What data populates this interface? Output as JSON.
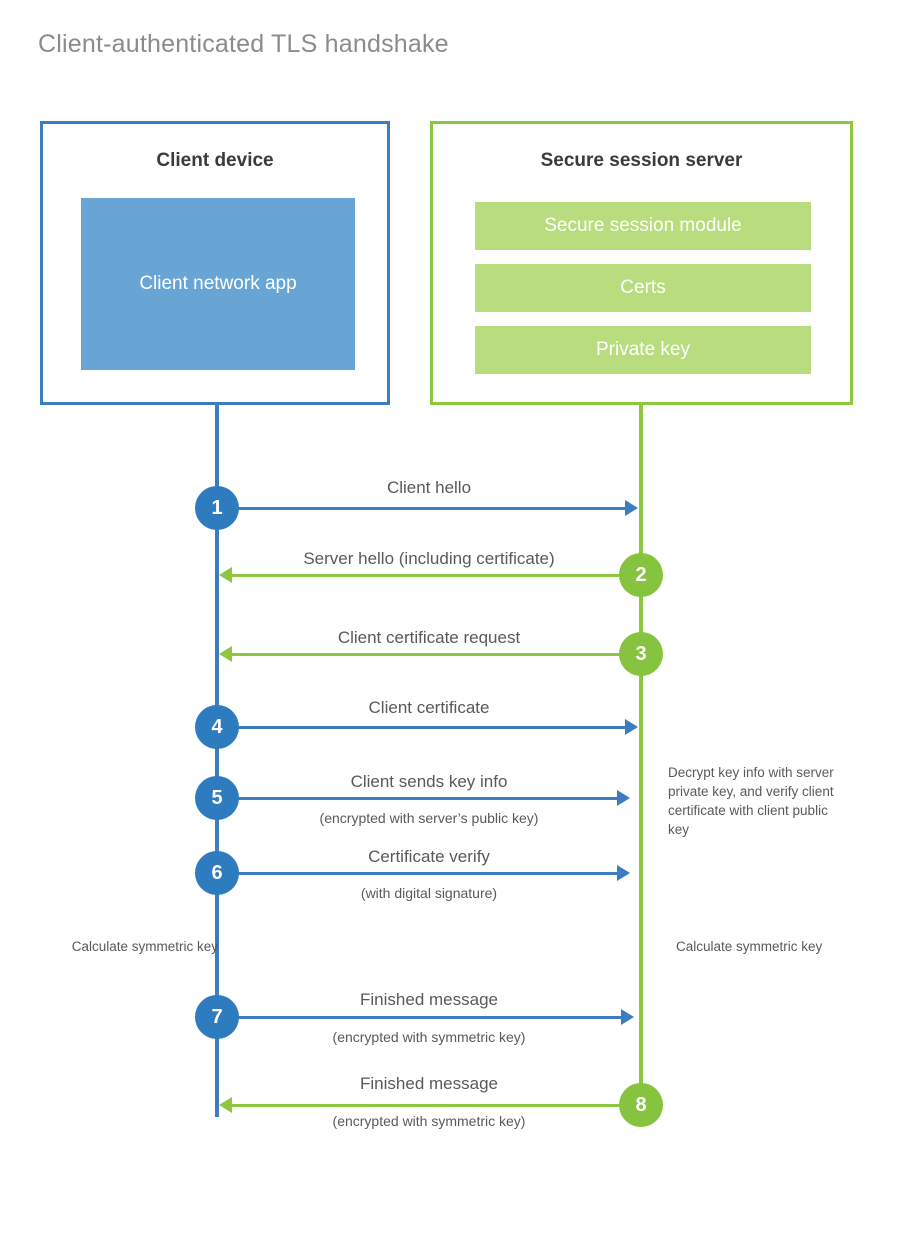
{
  "page": {
    "title": "Client-authenticated TLS handshake",
    "background": "#ffffff"
  },
  "colors": {
    "client_blue": "#3B7DBF",
    "client_app_fill": "#68A5D5",
    "client_step_dot": "#2E7CBF",
    "server_green": "#8DC63F",
    "server_bar_fill": "#B8DC7E",
    "server_step_dot": "#86C440",
    "text_gray": "#58595b",
    "title_gray": "#8b8b8b"
  },
  "client": {
    "title": "Client device",
    "app_label": "Client network app"
  },
  "server": {
    "title": "Secure session server",
    "components": [
      {
        "label": "Secure session module"
      },
      {
        "label": "Certs"
      },
      {
        "label": "Private key"
      }
    ]
  },
  "steps": [
    {
      "number": "1",
      "label": "Client hello",
      "sub": "",
      "direction": "client-to-server",
      "color": "blue"
    },
    {
      "number": "2",
      "label": "Server hello (including certificate)",
      "sub": "",
      "direction": "server-to-client",
      "color": "green"
    },
    {
      "number": "3",
      "label": "Client certificate request",
      "sub": "",
      "direction": "server-to-client",
      "color": "green"
    },
    {
      "number": "4",
      "label": "Client certificate",
      "sub": "",
      "direction": "client-to-server",
      "color": "blue"
    },
    {
      "number": "5",
      "label": "Client sends key info",
      "sub": "(encrypted with server’s public key)",
      "direction": "client-to-server",
      "color": "blue"
    },
    {
      "number": "6",
      "label": "Certificate verify",
      "sub": "(with digital signature)",
      "direction": "client-to-server",
      "color": "blue"
    },
    {
      "number": "7",
      "label": "Finished message",
      "sub": "(encrypted with symmetric key)",
      "direction": "client-to-server",
      "color": "blue"
    },
    {
      "number": "8",
      "label": "Finished message",
      "sub": "(encrypted with symmetric key)",
      "direction": "server-to-client",
      "color": "green"
    }
  ],
  "notes": {
    "server_decrypt": "Decrypt key info with server private key, and verify client certificate with client public key",
    "calculate_symmetric_key_client": "Calculate symmetric key",
    "calculate_symmetric_key_server": "Calculate symmetric key"
  }
}
